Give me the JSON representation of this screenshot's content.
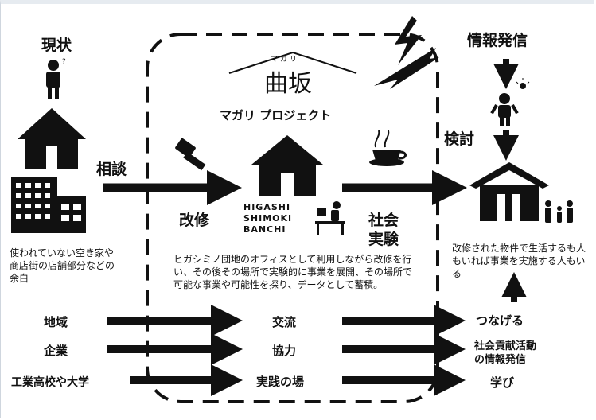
{
  "labels": {
    "current_state": "現状",
    "consult": "相談",
    "renovation": "改修",
    "social_experiment_line1": "社会",
    "social_experiment_line2": "実験",
    "info_sharing": "情報発信",
    "study": "検討",
    "project_title": "マガリ プロジェクト",
    "logo_reading": "マガリ",
    "logo_text": "曲坂"
  },
  "descriptions": {
    "left": "使われていない空き家や商店街の店舗部分などの余白",
    "center": "ヒガシミノ団地のオフィスとして利用しながら改修を行い、その後その場所で実験的に事業を展開、その場所で可能な事業や可能性を探り、データとして蓄積。",
    "right": "改修された物件で生活するも人もいれば事業を実施する人もいる"
  },
  "office_sign": [
    "HIGASHI",
    "SHIMOKI",
    "BANCHI"
  ],
  "rows": [
    {
      "source": "地域",
      "middle": "交流",
      "result": "つなげる"
    },
    {
      "source": "企業",
      "middle": "協力",
      "result_line1": "社会貢献活動",
      "result_line2": "の情報発信"
    },
    {
      "source": "工業高校や大学",
      "middle": "実践の場",
      "result": "学び"
    }
  ]
}
